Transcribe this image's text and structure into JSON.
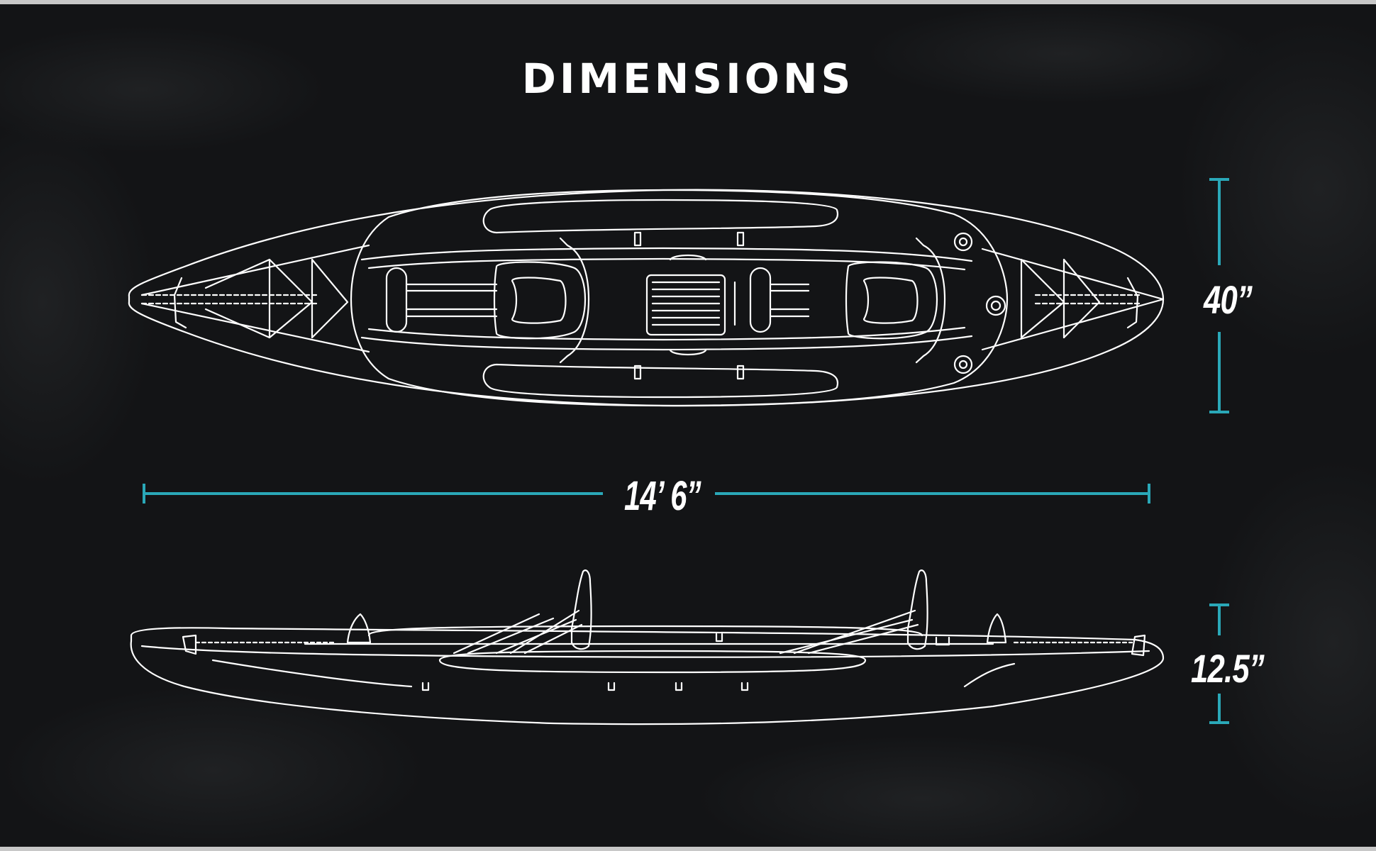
{
  "title": "DIMENSIONS",
  "dimensions": {
    "width": "40”",
    "length": "14’ 6”",
    "height": "12.5”"
  },
  "colors": {
    "background": "#131416",
    "line_art": "#ffffff",
    "dimension_lines": "#2aa8b8"
  },
  "views": [
    "top-view",
    "side-view"
  ]
}
